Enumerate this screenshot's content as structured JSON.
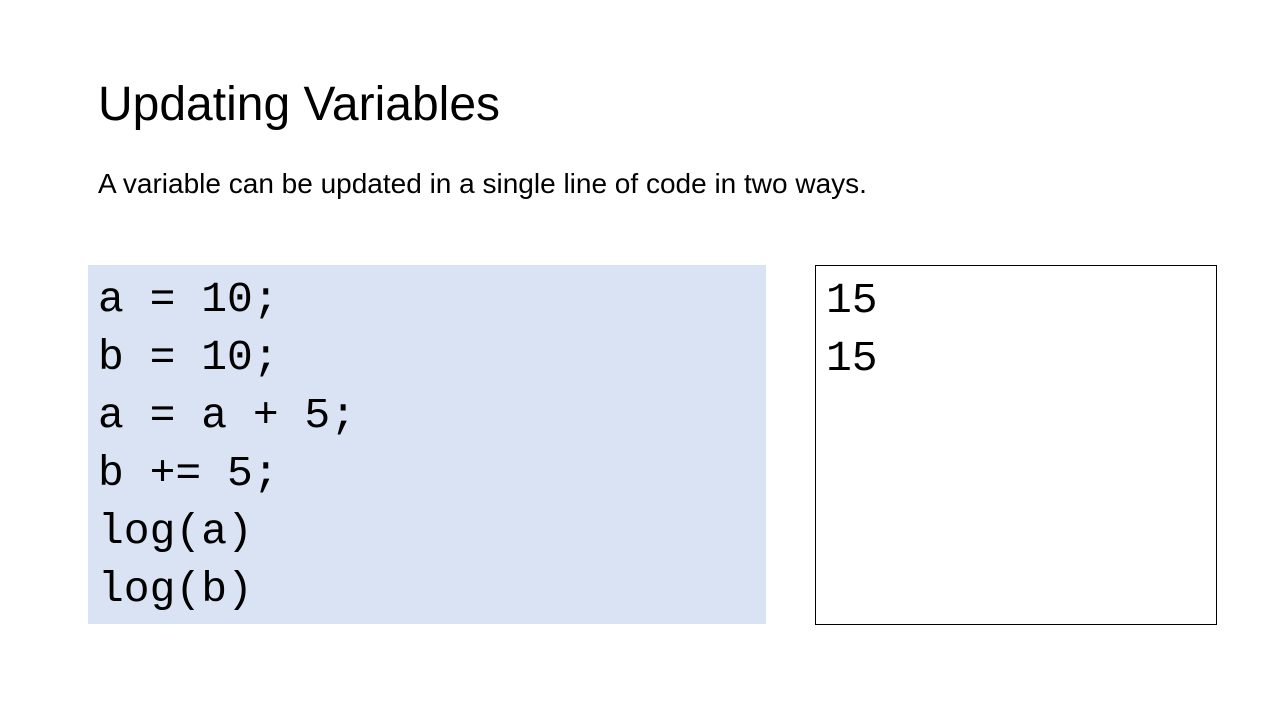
{
  "slide": {
    "title": "Updating Variables",
    "subtitle": "A variable can be updated in a single line of code in two ways."
  },
  "code": {
    "lines": [
      "a = 10;",
      "b = 10;",
      "a = a + 5;",
      "b += 5;",
      "log(a)",
      "log(b)"
    ],
    "background_color": "#dae3f3"
  },
  "output": {
    "lines": [
      "15",
      "15"
    ]
  }
}
